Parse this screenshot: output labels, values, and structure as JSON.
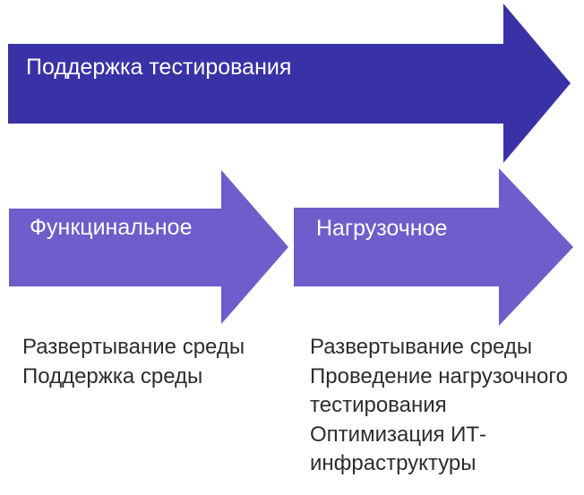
{
  "colors": {
    "primary_arrow": "#3932a6",
    "secondary_arrow": "#6e5dca",
    "arrow_label_text": "#ffffff",
    "body_text": "#2d2d2d",
    "background": "#ffffff"
  },
  "arrows": {
    "top": {
      "label": "Поддержка тестирования"
    },
    "left": {
      "label": "Функцинальное"
    },
    "right": {
      "label": "Нагрузочное"
    }
  },
  "lists": {
    "left": {
      "items": [
        "Развертывание среды",
        "Поддержка среды"
      ]
    },
    "right": {
      "items": [
        "Развертывание среды",
        "Проведение нагрузочного тестирования",
        "Оптимизация ИТ-инфраструктуры"
      ]
    }
  }
}
